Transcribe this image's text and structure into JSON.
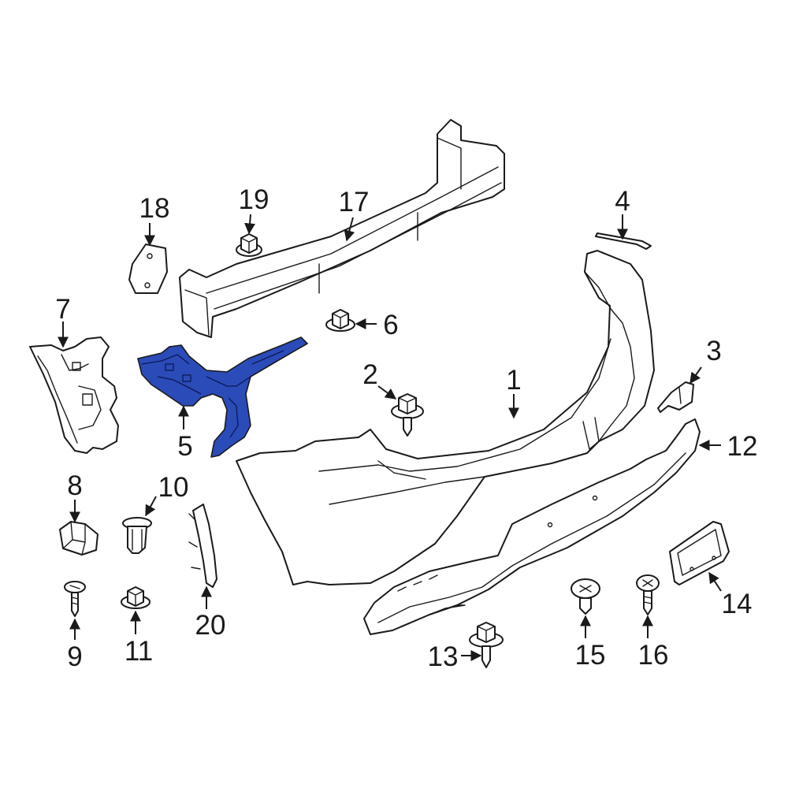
{
  "highlight_color": "#2b4bb8",
  "callouts": {
    "c1": "1",
    "c2": "2",
    "c3": "3",
    "c4": "4",
    "c5": "5",
    "c6": "6",
    "c7": "7",
    "c8": "8",
    "c9": "9",
    "c10": "10",
    "c11": "11",
    "c12": "12",
    "c13": "13",
    "c14": "14",
    "c15": "15",
    "c16": "16",
    "c17": "17",
    "c18": "18",
    "c19": "19",
    "c20": "20"
  },
  "highlighted_part": "5"
}
